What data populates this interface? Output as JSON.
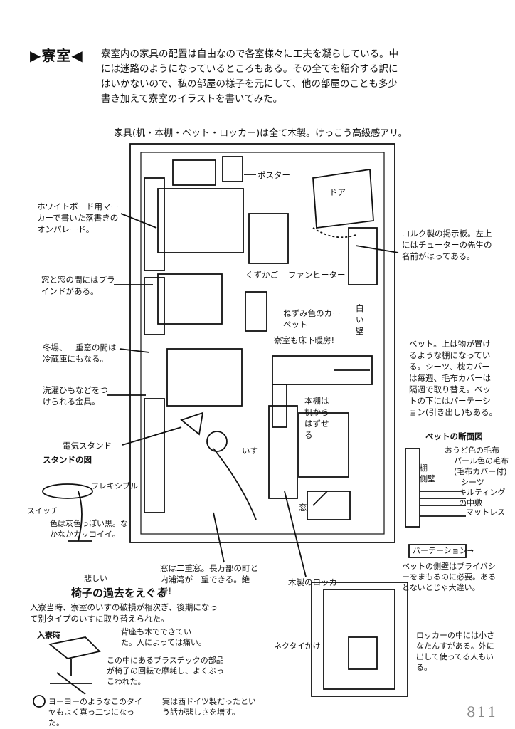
{
  "header": {
    "title": "▶寮室◀",
    "intro": "寮室内の家具の配置は自由なので各室様々に工夫を凝らしている。中には迷路のようになっているところもある。その全てを紹介する訳にはいかないので、私の部屋の様子を元にして、他の部屋のことも多少書き加えて寮室のイラストを書いてみた。",
    "furniture_note": "家具(机・本棚・ベット・ロッカー)は全て木製。けっこう高級感アリ。"
  },
  "room_labels": {
    "poster": "ポスター",
    "door": "ドア",
    "whiteboard": "ホワイトボード用マーカーで書いた落書きのオンパレード。",
    "cork": "コルク製の掲示板。左上にはチューターの先生の名前がはってある。",
    "blind": "窓と窓の間にはブラインドがある。",
    "wastebasket": "くずかご",
    "fanheater": "ファンヒーター",
    "carpet": "ねずみ色のカーペット",
    "white_wall": "白い壁",
    "floor_heat": "寮室も床下暖房!",
    "fridge": "冬場、二重窓の間は冷蔵庫にもなる。",
    "bed": "ベット。上は物が置けるような棚になっている。シーツ、枕カバーは毎週、毛布カバーは隔週で取り替え。ベットの下にはパーテーション(引き出し)もある。",
    "hook": "洗濯ひもなどをつけられる金具。",
    "bookshelf": "本棚は机からはずせる",
    "lamp": "電気スタンド",
    "chair": "いす",
    "window": "窓",
    "window_note": "窓は二重窓。長万部の町と内浦湾が一望できる。絶景!",
    "locker": "木製のロッカー"
  },
  "stand_figure": {
    "heading": "スタンドの図",
    "flexible": "フレキシブル",
    "switch": "スイッチ",
    "note": "色は灰色っぽい黒。なかなかカッコイイ。"
  },
  "bed_section": {
    "heading": "ベットの断面図",
    "shelf": "棚",
    "side_wall": "側壁",
    "blanket_orange": "おうど色の毛布",
    "blanket_pearl": "パール色の毛布(毛布カバー付)",
    "sheets": "シーツ",
    "quilting": "キルティングの中敷",
    "mattress": "マットレス",
    "partition": "パーテーション→",
    "note": "ベットの側壁はプライバシーをまもるのに必要。あるとないとじゃ大違い。"
  },
  "chair_story": {
    "sad": "悲しい",
    "heading": "椅子の過去をえぐる",
    "body": "入寮当時、寮室のいすの破損が相次ぎ、後期になって別タイプのいすに取り替えられた。",
    "entry_label": "入寮時",
    "backrest": "背座も木でできていた。人によっては痛い。",
    "plastic": "この中にあるプラスチックの部品が椅子の回転で摩耗し、よくぶっこわれた。",
    "wheel": "ヨーヨーのようなこのタイヤもよく真っ二つになった。",
    "german": "実は西ドイツ製だったという話が悲しさを増す。"
  },
  "locker_figure": {
    "tie": "ネクタイかけ",
    "note": "ロッカーの中には小さなたんすがある。外に出して使ってる人もいる。"
  },
  "page_number": "811"
}
